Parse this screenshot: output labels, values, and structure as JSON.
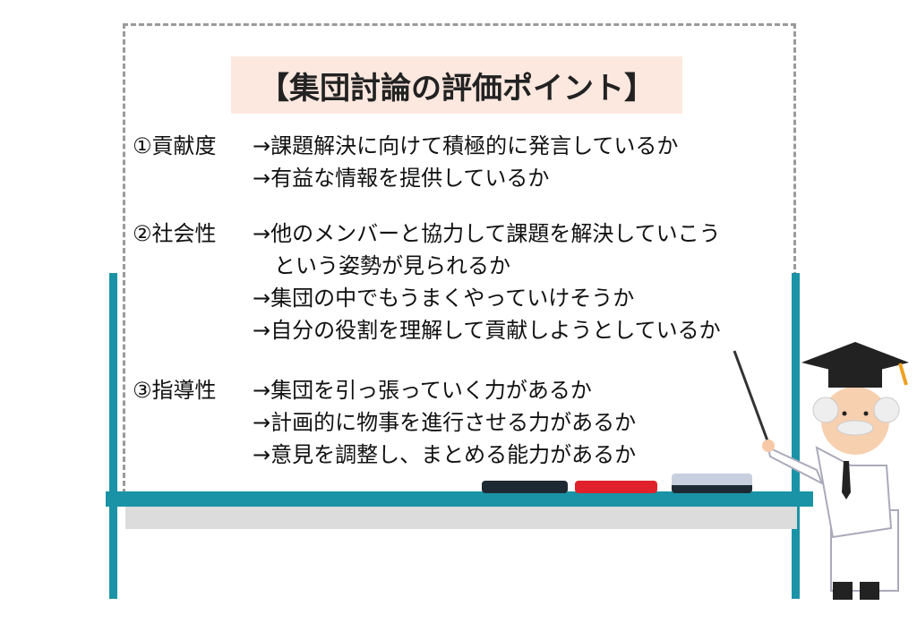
{
  "title": "【集団討論の評価ポイント】",
  "sections": [
    {
      "label": "①貢献度",
      "lines": [
        "→課題解決に向けて積極的に発言しているか",
        "→有益な情報を提供しているか"
      ]
    },
    {
      "label": "②社会性",
      "lines": [
        "→他のメンバーと協力して課題を解決していこう",
        "　という姿勢が見られるか",
        "→集団の中でもうまくやっていけそうか",
        "→自分の役割を理解して貢献しようとしているか"
      ]
    },
    {
      "label": "③指導性",
      "lines": [
        "→集団を引っ張っていく力があるか",
        "→計画的に物事を進行させる力があるか",
        "→意見を調整し、まとめる能力があるか"
      ]
    }
  ],
  "colors": {
    "frame": "#1a93a6",
    "title_bg": "#fde8e0"
  }
}
